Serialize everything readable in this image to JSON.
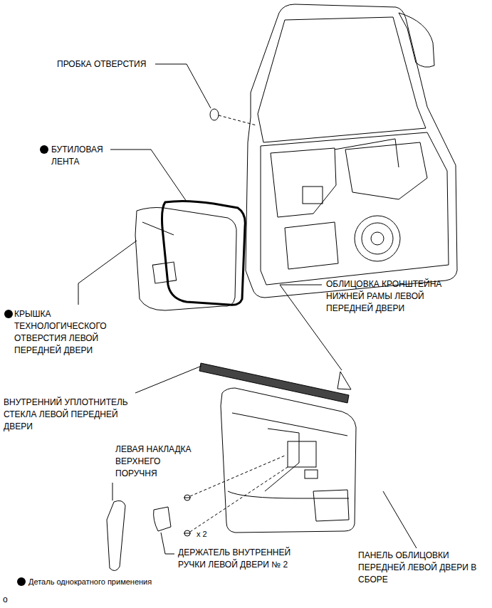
{
  "diagram": {
    "labels": [
      "ПРОБКА ОТВЕРСТИЯ",
      "БУТИЛОВАЯ ЛЕНТА",
      "КРЫШКА ТЕХНОЛОГИЧЕСКОГО ОТВЕРСТИЯ ЛЕВОЙ ПЕРЕДНЕЙ ДВЕРИ",
      "ОБЛИЦОВКА КРОНШТЕЙНА НИЖНЕЙ РАМЫ ЛЕВОЙ ПЕРЕДНЕЙ ДВЕРИ",
      "ВНУТРЕННИЙ УПЛОТНИТЕЛЬ СТЕКЛА ЛЕВОЙ ПЕРЕДНЕЙ ДВЕРИ",
      "ЛЕВАЯ НАКЛАДКА ВЕРХНЕГО ПОРУЧНЯ",
      "x 2",
      "ДЕРЖАТЕЛЬ ВНУТРЕННЕЙ РУЧКИ ЛЕВОЙ ДВЕРИ № 2",
      "ПАНЕЛЬ ОБЛИЦОВКИ ПЕРЕДНЕЙ ЛЕВОЙ ДВЕРИ В СБОРЕ",
      "o"
    ],
    "legend": [
      {
        "text": "Деталь однократного применения"
      }
    ]
  }
}
